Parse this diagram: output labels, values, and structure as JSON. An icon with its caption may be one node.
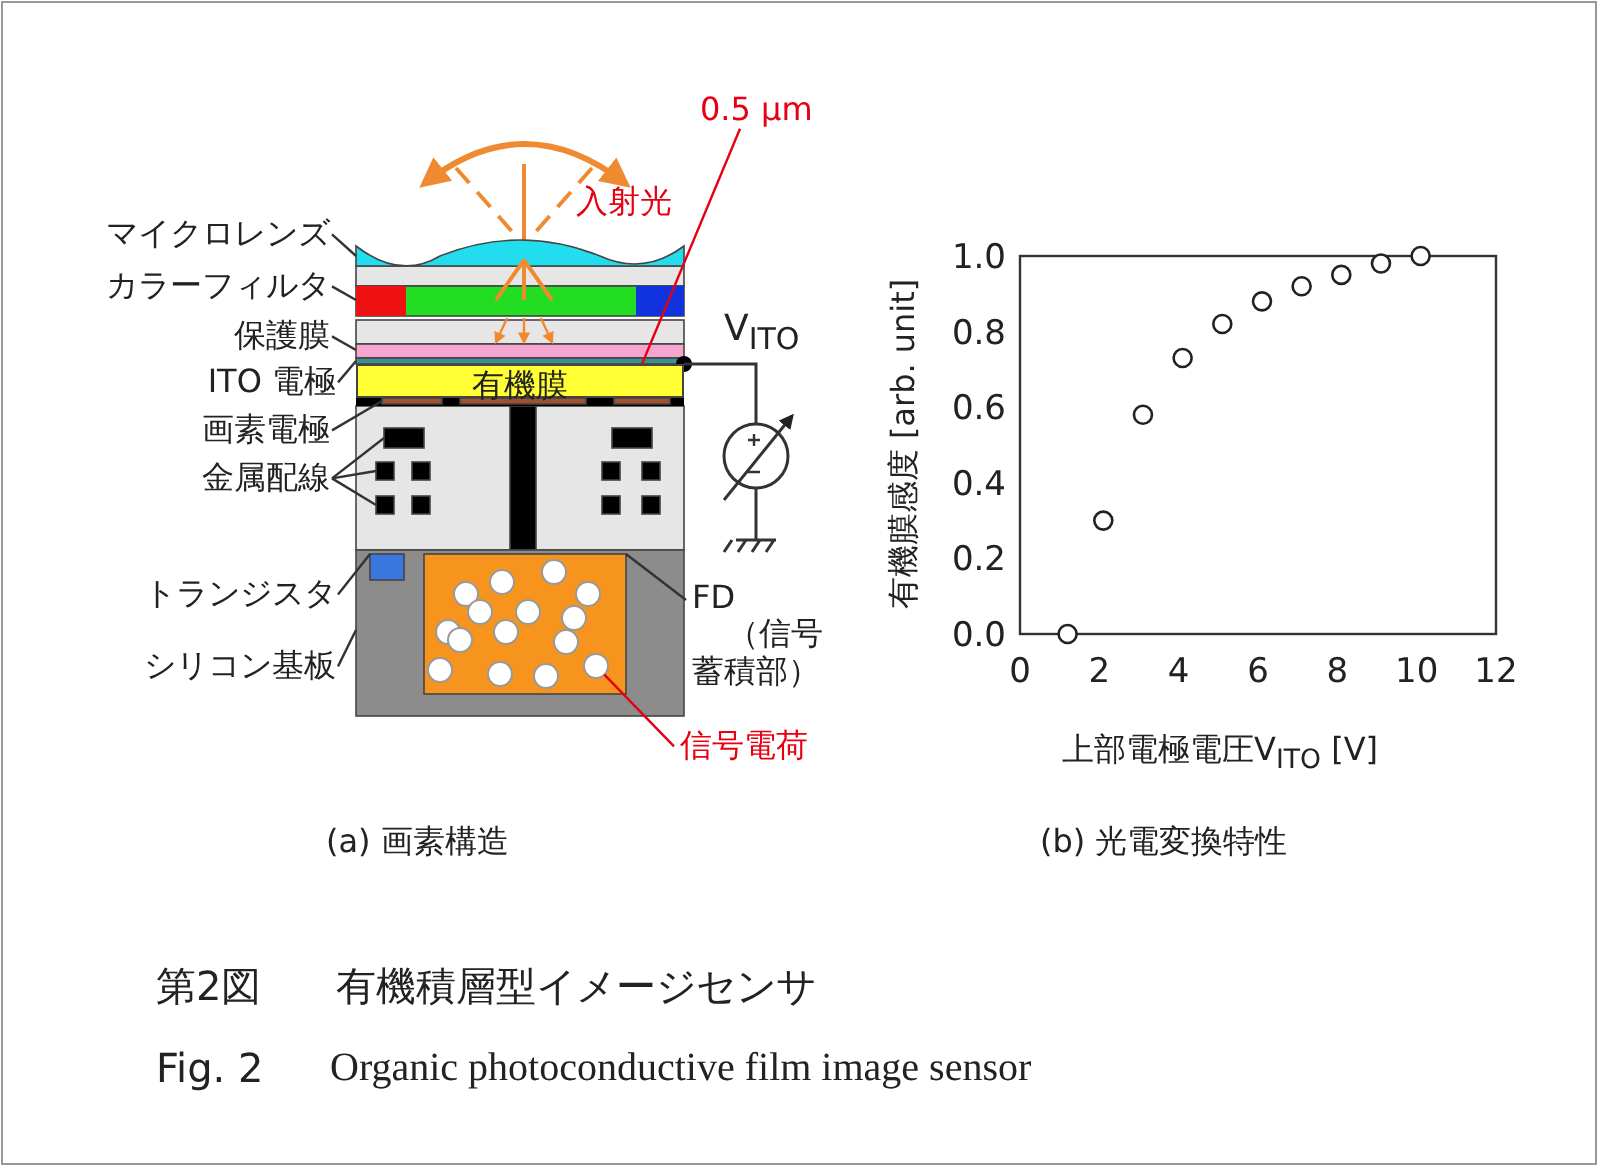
{
  "diagram": {
    "nodes": [
      {
        "text": [
          "マイクロレンズ"
        ]
      },
      {
        "text": [
          "カラーフィルタ"
        ]
      },
      {
        "text": [
          "保護膜"
        ]
      },
      {
        "text": [
          "ITO 電極"
        ]
      },
      {
        "text": [
          "画素電極"
        ]
      },
      {
        "text": [
          "金属配線"
        ]
      },
      {
        "text": [
          "トランジスタ"
        ]
      },
      {
        "text": [
          "シリコン基板"
        ]
      },
      {
        "text": [
          "FD",
          "（信号蓄積部）"
        ]
      },
      {
        "text": [
          "信号電荷"
        ]
      },
      {
        "text": [
          "0.5 µm"
        ]
      },
      {
        "text": [],
        "shape": "lens"
      },
      {
        "text": [],
        "shape": "bar"
      },
      {
        "text": [],
        "shape": "bar"
      },
      {
        "text": [],
        "shape": "bar"
      },
      {
        "text": [],
        "shape": "bar"
      },
      {
        "text": [],
        "shape": "box"
      },
      {
        "text": [],
        "shape": "box"
      },
      {
        "text": [],
        "shape": "box"
      },
      {
        "text": [],
        "shape": "box"
      },
      {
        "text": [],
        "shape": "box",
        "in": 19
      },
      {
        "text": [],
        "shape": "box",
        "in": 19
      },
      {
        "text": [],
        "shape": "circle",
        "in": 21
      },
      {
        "text": [
          "有機膜"
        ]
      }
    ],
    "edges": [
      {
        "from": 0,
        "to": 11,
        "arrow": "none"
      },
      {
        "from": 1,
        "to": 12,
        "arrow": "none"
      },
      {
        "from": 2,
        "to": 13,
        "arrow": "none"
      },
      {
        "from": 3,
        "to": 14,
        "arrow": "none"
      },
      {
        "from": 4,
        "to": 15,
        "arrow": "none"
      },
      {
        "from": 5,
        "to": 16,
        "arrow": "none"
      },
      {
        "from": 5,
        "to": 17,
        "arrow": "none"
      },
      {
        "from": 5,
        "to": 18,
        "arrow": "none"
      },
      {
        "from": 6,
        "to": 20,
        "arrow": "none"
      },
      {
        "from": 7,
        "to": 19,
        "arrow": "none"
      },
      {
        "from": 8,
        "to": 21,
        "arrow": "none"
      },
      {
        "from": 9,
        "to": 22,
        "arrow": "none",
        "color": "#e60012"
      },
      {
        "from": 10,
        "to": 23,
        "arrow": "none",
        "color": "#e60012"
      },
      {
        "from": 12,
        "to": 13,
        "arrow": "to",
        "color": "#f08a30"
      },
      {
        "from": 12,
        "to": 13,
        "arrow": "to",
        "color": "#f08a30"
      },
      {
        "from": 12,
        "to": 13,
        "arrow": "to",
        "color": "#f08a30"
      }
    ],
    "labels": [
      "入射光",
      "V$_{ITO}$",
      "(a) 画素構造",
      "(b) 光電変換特性",
      "第2図",
      "有機積層型イメージセンサ",
      "Fig. 2",
      "Organic photoconductive film image sensor"
    ],
    "chart_data": {
      "type": "scatter",
      "xlabel": "上部電極電圧V$_{ITO}$ [V]",
      "ylabel": "有機膜感度 [arb. unit]",
      "x": [
        1.2,
        2.1,
        3.1,
        4.1,
        5.1,
        6.1,
        7.1,
        8.1,
        9.1,
        10.1
      ],
      "values": [
        0,
        0.3,
        0.58,
        0.73,
        0.82,
        0.88,
        0.92,
        0.95,
        0.98,
        1.0
      ],
      "xlim": [
        0,
        12
      ],
      "ylim": [
        0,
        1
      ],
      "xticks": [
        0,
        2,
        4,
        6,
        8,
        10,
        12
      ],
      "yticks": [
        {
          "value": 0,
          "label": "0.0"
        },
        {
          "value": 0.2,
          "label": "0.2"
        },
        {
          "value": 0.4,
          "label": "0.4"
        },
        {
          "value": 0.6,
          "label": "0.6"
        },
        {
          "value": 0.8,
          "label": "0.8"
        },
        {
          "value": 1,
          "label": "1.0"
        }
      ]
    }
  }
}
